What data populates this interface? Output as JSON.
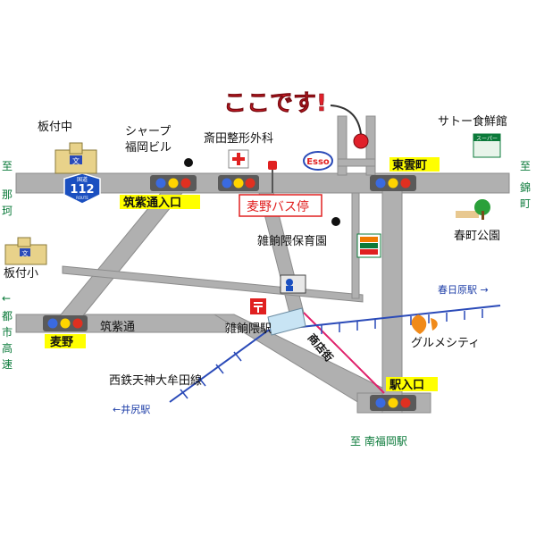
{
  "title": "ここです!",
  "roads": {
    "top_road": "筑紫通入口",
    "chikushi_street": "筑紫通",
    "shotengai": "商店街",
    "route_label": "国道",
    "route_number": "112",
    "route_sub": "ROUTE"
  },
  "intersections": {
    "chikushi_entrance": "筑紫通入口",
    "higashikumo": "東雲町",
    "mugino": "麦野",
    "eki_iriguchi": "駅入口"
  },
  "places": {
    "itazuke_junior_high": "板付中",
    "itazuke_elementary": "板付小",
    "sharp_building_1": "シャープ",
    "sharp_building_2": "福岡ビル",
    "saita_clinic": "斎田整形外科",
    "mugino_bus_stop": "麦野バス停",
    "zasshonokuma_nursery": "雑餉隈保育園",
    "zasshonokuma_station": "雑餉隈駅",
    "gourmet_city": "グルメシティ",
    "sato_market": "サトー食鮮館",
    "kasuga_park": "春町公園",
    "supermarket_sign": "スーパー",
    "esso": "Esso",
    "school_sign": "文"
  },
  "directions": {
    "to_nakagawa_1": "至",
    "to_nakagawa_2": "那",
    "to_nakagawa_3": "珂",
    "to_nishikimachi_1": "至",
    "to_nishikimachi_2": "錦",
    "to_nishikimachi_3": "町",
    "to_expressway": [
      "←",
      "都",
      "市",
      "高",
      "速"
    ],
    "to_kasugabaru": "春日原駅 →",
    "to_minami_fukuoka": "至 南福岡駅",
    "to_ikajiri": "←井尻駅",
    "railway_line": "西鉄天神大牟田線"
  },
  "colors": {
    "road": "#b0b0b0",
    "road_edge": "#8c8c8c",
    "label_bg": "#ffff00",
    "title_red": "#e0202a",
    "rail_blue": "#2a4ab8",
    "text_blue": "#1f3fa8",
    "text_green": "#0b7a3a",
    "shotengai_pink": "#e0206a"
  },
  "icons": [
    "traffic-light-icon",
    "school-icon",
    "hospital-cross-icon",
    "esso-icon",
    "seven-eleven-icon",
    "post-office-icon",
    "police-box-icon",
    "park-icon",
    "supermarket-icon",
    "gourmet-city-icon",
    "bus-stop-icon",
    "destination-marker-icon",
    "route-shield-icon"
  ]
}
